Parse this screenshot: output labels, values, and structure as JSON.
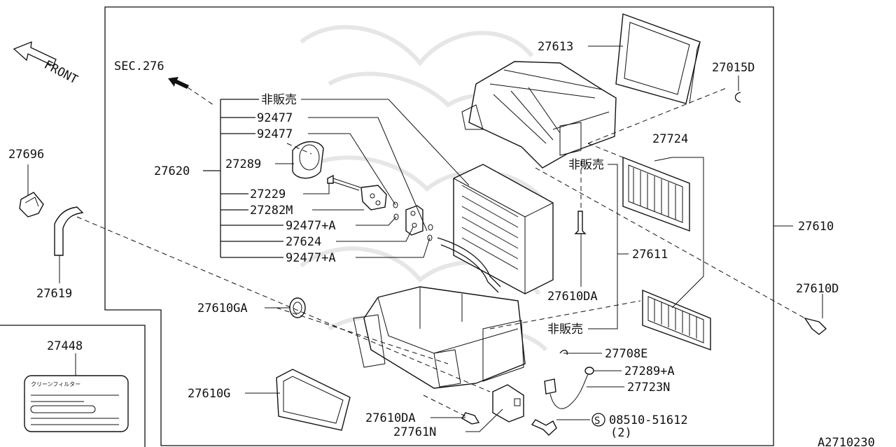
{
  "labels": {
    "sec": "SEC.276",
    "front": "FRONT",
    "p27613": "27613",
    "p27015d": "27015D",
    "p27724": "27724",
    "p27610": "27610",
    "p27610d": "27610D",
    "p27611": "27611",
    "p27610da_top": "27610DA",
    "p27610da_bot": "27610DA",
    "nonsale_1": "非販売",
    "nonsale_2": "非販売",
    "nonsale_3": "非販売",
    "p92477_1": "92477",
    "p92477_2": "92477",
    "p27289": "27289",
    "p27620": "27620",
    "p27229": "27229",
    "p27282m": "27282M",
    "p92477a_1": "92477+A",
    "p27624": "27624",
    "p92477a_2": "92477+A",
    "p27696": "27696",
    "p27619": "27619",
    "p27610ga": "27610GA",
    "p27448": "27448",
    "p27610g": "27610G",
    "p27708e": "27708E",
    "p27289a": "27289+A",
    "p27723n": "27723N",
    "p27761n": "27761N",
    "p08510": "08510-51612",
    "qty2": "(2)",
    "s_symbol": "S",
    "filter_label": "クリーンフィルター",
    "drawing_no": "A2710230"
  }
}
